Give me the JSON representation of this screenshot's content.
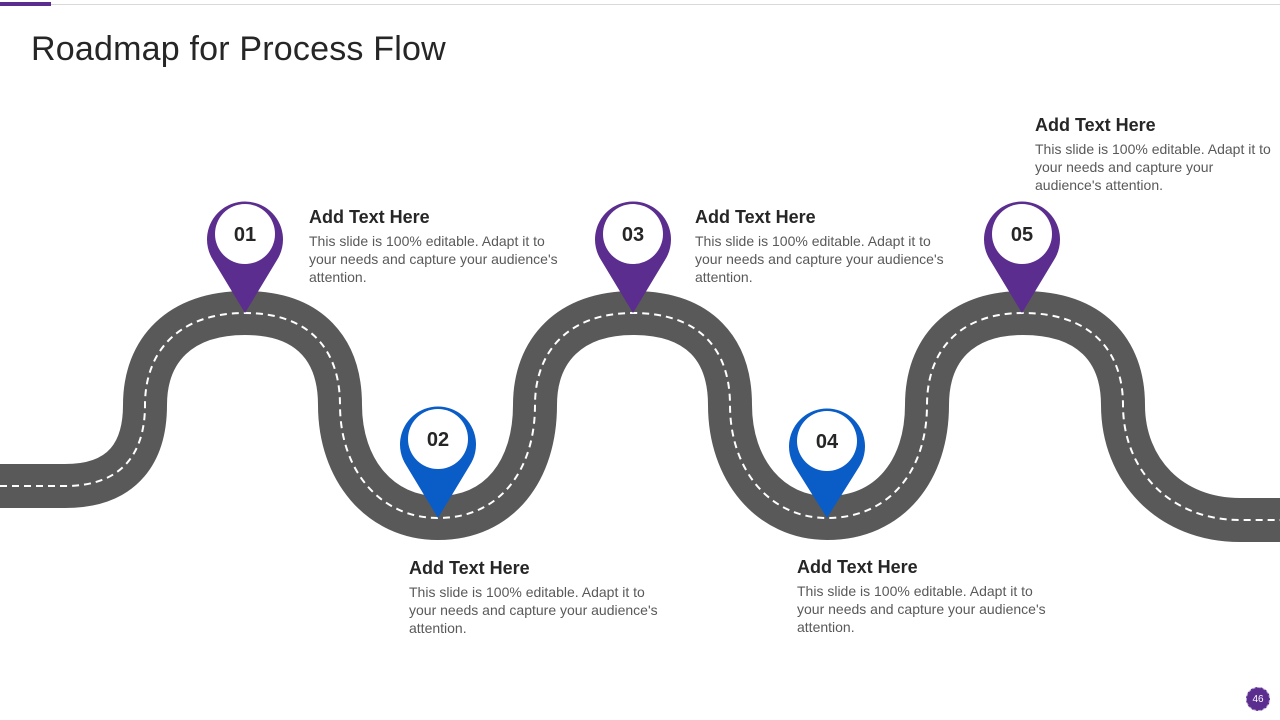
{
  "slide": {
    "title": "Roadmap for Process Flow",
    "page_number": "46"
  },
  "colors": {
    "purple": "#5b2d8e",
    "blue": "#0a5cc7",
    "road": "#595959",
    "lane": "#ffffff"
  },
  "milestones": [
    {
      "number": "01",
      "heading": "Add Text Here",
      "body": "This slide is 100% editable. Adapt it to your needs and capture your audience's attention.",
      "color": "purple"
    },
    {
      "number": "02",
      "heading": "Add Text Here",
      "body": "This slide is 100% editable. Adapt it to your needs and capture your audience's attention.",
      "color": "blue"
    },
    {
      "number": "03",
      "heading": "Add Text Here",
      "body": "This slide is 100% editable. Adapt it to your needs and capture your audience's attention.",
      "color": "purple"
    },
    {
      "number": "04",
      "heading": "Add Text Here",
      "body": "This slide is 100% editable. Adapt it to your needs and capture your audience's attention.",
      "color": "blue"
    },
    {
      "number": "05",
      "heading": "Add Text Here",
      "body": "This slide is 100% editable. Adapt it to your needs and capture your audience's attention.",
      "color": "purple"
    }
  ]
}
